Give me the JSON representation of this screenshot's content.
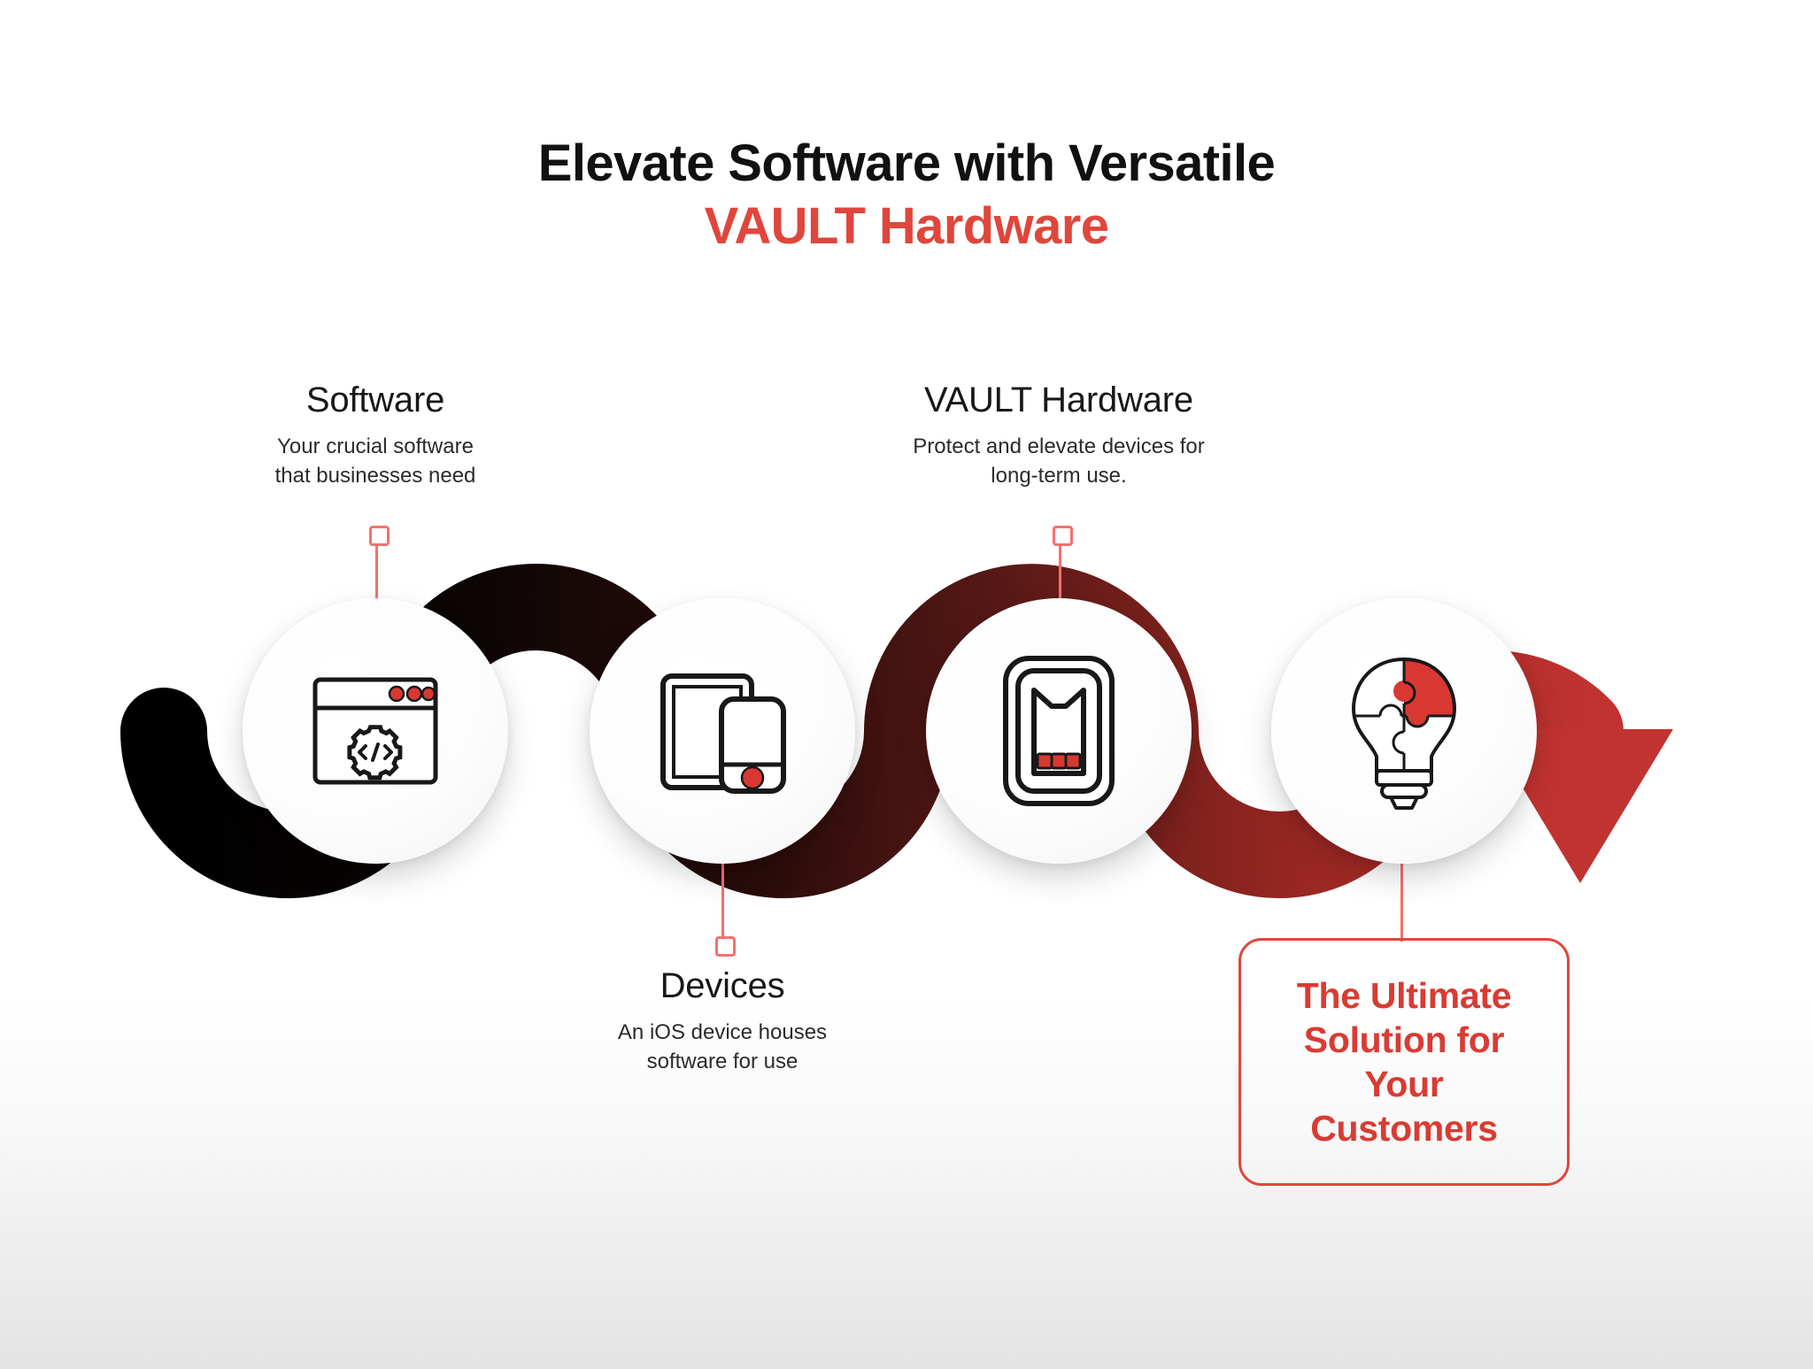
{
  "heading": {
    "line1": "Elevate Software with Versatile",
    "line2": "VAULT Hardware"
  },
  "colors": {
    "brand_red": "#E0463B",
    "arrow_red": "#C13330",
    "ribbon_start": "#000000",
    "ribbon_end": "#C13330",
    "icon_accent_red": "#D93832",
    "leader_line": "#F4716B",
    "text_dark": "#18181a",
    "background": "#ffffff"
  },
  "nodes": [
    {
      "id": "software",
      "title": "Software",
      "desc": "Your crucial software\nthat businesses need",
      "desc_line1": "Your crucial software",
      "desc_line2": "that businesses need",
      "icon": "browser-window-gear-code-icon",
      "label_position": "above"
    },
    {
      "id": "devices",
      "title": "Devices",
      "desc": "An iOS device houses\nsoftware for use",
      "desc_line1": "An iOS device houses",
      "desc_line2": "software for use",
      "icon": "tablet-phone-icon",
      "label_position": "below"
    },
    {
      "id": "vault-hardware",
      "title": "VAULT Hardware",
      "desc": "Protect and elevate devices for\nlong-term use.",
      "desc_line1": "Protect and elevate devices for",
      "desc_line2": "long-term use.",
      "icon": "rugged-case-icon",
      "label_position": "above"
    },
    {
      "id": "outcome",
      "title": "",
      "desc": "",
      "icon": "lightbulb-puzzle-icon",
      "label_position": "below-box"
    }
  ],
  "callout": {
    "text": "The Ultimate Solution for Your Customers",
    "line1": "The Ultimate",
    "line2": "Solution for",
    "line3": "Your",
    "line4": "Customers"
  },
  "arrow": {
    "name": "down-arrow-icon",
    "direction": "down",
    "color": "#C13330"
  }
}
